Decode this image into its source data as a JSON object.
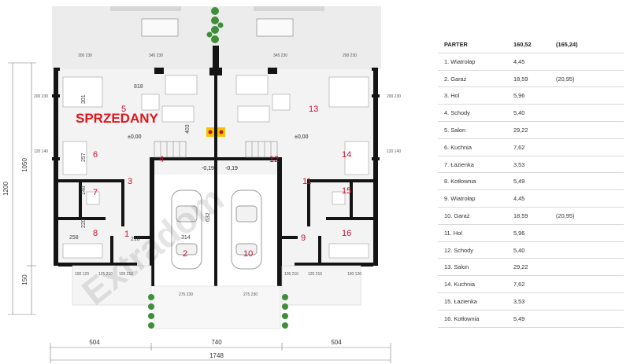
{
  "plan": {
    "stamp": "SPRZEDANY",
    "watermark": "Extradom",
    "dimensions": {
      "total_width": "1748",
      "left_wing": "504",
      "middle": "740",
      "right_wing": "504",
      "total_height": "1200",
      "depth": "1050",
      "front": "150",
      "inner_818": "818",
      "inner_403": "403",
      "inner_301": "301",
      "inner_257": "257",
      "inner_148": "148",
      "inner_220": "220",
      "inner_258": "258",
      "inner_210": "210",
      "inner_314": "314",
      "inner_632": "632"
    },
    "levels": {
      "left": "±0,00",
      "right": "±0,00",
      "garage_left": "-0,19",
      "garage_right": "-0,19"
    },
    "window_tags": [
      "200 230",
      "345 230",
      "345 230",
      "200 230",
      "200 230",
      "200 230",
      "120 140",
      "120 140",
      "105 210",
      "125 210",
      "125 210",
      "105 210",
      "100 120",
      "100 120",
      "275 230",
      "275 230"
    ],
    "room_numbers": [
      "1",
      "2",
      "3",
      "4",
      "5",
      "6",
      "7",
      "8",
      "9",
      "10",
      "11",
      "12",
      "13",
      "14",
      "15",
      "16"
    ]
  },
  "table": {
    "header": {
      "name": "PARTER",
      "area": "160,52",
      "area_alt": "(165,24)"
    },
    "rows": [
      {
        "name": "1. Wiatrołap",
        "area": "4,45",
        "alt": ""
      },
      {
        "name": "2. Garaż",
        "area": "18,59",
        "alt": "(20,95)"
      },
      {
        "name": "3. Hol",
        "area": "5,96",
        "alt": ""
      },
      {
        "name": "4. Schody",
        "area": "5,40",
        "alt": ""
      },
      {
        "name": "5. Salon",
        "area": "29,22",
        "alt": ""
      },
      {
        "name": "6. Kuchnia",
        "area": "7,62",
        "alt": ""
      },
      {
        "name": "7. Łazienka",
        "area": "3,53",
        "alt": ""
      },
      {
        "name": "8. Kotłownia",
        "area": "5,49",
        "alt": ""
      },
      {
        "name": "9. Wiatrołap",
        "area": "4,45",
        "alt": ""
      },
      {
        "name": "10. Garaż",
        "area": "18,59",
        "alt": "(20,95)"
      },
      {
        "name": "11. Hol",
        "area": "5,96",
        "alt": ""
      },
      {
        "name": "12. Schody",
        "area": "5,40",
        "alt": ""
      },
      {
        "name": "13. Salon",
        "area": "29,22",
        "alt": ""
      },
      {
        "name": "14. Kuchnia",
        "area": "7,62",
        "alt": ""
      },
      {
        "name": "15. Łazienka",
        "area": "3,53",
        "alt": ""
      },
      {
        "name": "16. Kotłownia",
        "area": "5,49",
        "alt": ""
      }
    ]
  },
  "colors": {
    "wall": "#141414",
    "room_number": "#c8102e",
    "stamp": "#e0161d",
    "terrace": "#e9e9e9",
    "dim_line": "#7a7a7a"
  }
}
